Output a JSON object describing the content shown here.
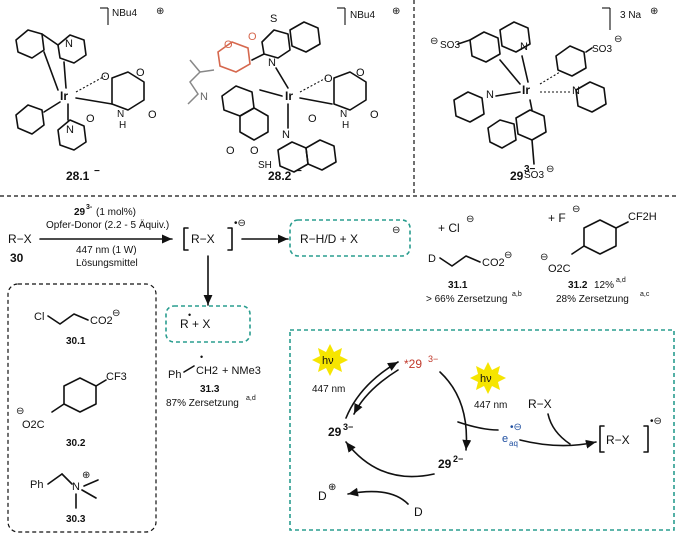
{
  "top": {
    "c28_1": {
      "label": "28.1",
      "charge": "−",
      "counter": "NBu4"
    },
    "c28_2": {
      "label": "28.2",
      "charge": "−",
      "counter": "NBu4"
    },
    "c29": {
      "label": "29",
      "charge": "3−",
      "counter": "3 Na"
    },
    "atoms": {
      "N": "N",
      "Ir": "Ir",
      "O": "O",
      "H": "H",
      "S": "S",
      "SH": "SH",
      "SO3": "SO3"
    }
  },
  "reaction": {
    "reagent_line1_sup": "29",
    "reagent_line1_sup_charge": "3-",
    "reagent_line1": "(1 mol%)",
    "reagent_line2": "Opfer-Donor (2.2 - 5 Äquiv.)",
    "reagent_line3": "447 nm (1 W)",
    "reagent_line4": "Lösungsmittel",
    "substrate": "R−X",
    "substrate_label": "30",
    "radical_anion": "R−X",
    "products": "R−H/D  +  X",
    "fragments": "R  +  X",
    "halide_cl": "+ Cl",
    "halide_f": "+ F"
  },
  "compounds": {
    "c31_1": {
      "label": "31.1",
      "note": "> 66% Zersetzung",
      "sup": "a,b",
      "groups": [
        "D",
        "CO2"
      ]
    },
    "c31_2": {
      "label": "31.2",
      "yield": "12%",
      "yield_sup": "a,d",
      "note": "28% Zersetzung",
      "sup": "a,c",
      "groups": [
        "CF2H",
        "O2C"
      ]
    },
    "c31_3": {
      "label": "31.3",
      "note": "87% Zersetzung",
      "sup": "a,d",
      "groups": [
        "Ph",
        "CH2",
        "+ NMe3"
      ]
    },
    "c30_1": {
      "label": "30.1",
      "groups": [
        "Cl",
        "CO2"
      ]
    },
    "c30_2": {
      "label": "30.2",
      "groups": [
        "CF3",
        "O2C"
      ]
    },
    "c30_3": {
      "label": "30.3",
      "groups": [
        "Ph",
        "N"
      ]
    }
  },
  "cycle": {
    "hv": "hν",
    "nm1": "447 nm",
    "nm2": "447 nm",
    "excited": "*29",
    "excited_charge": "3−",
    "ground": "29",
    "ground_charge": "3−",
    "reduced": "29",
    "reduced_charge": "2−",
    "eaq": "e",
    "eaq_sub": "aq",
    "rx": "R−X",
    "rx_anion": "R−X",
    "donor": "D",
    "donor_ox": "D"
  },
  "colors": {
    "dash_box": "#2a9d8f",
    "cycle_border": "#2a9d8f",
    "star": "#f6e500",
    "red": "#c0392b",
    "blue": "#1f4fa0"
  }
}
